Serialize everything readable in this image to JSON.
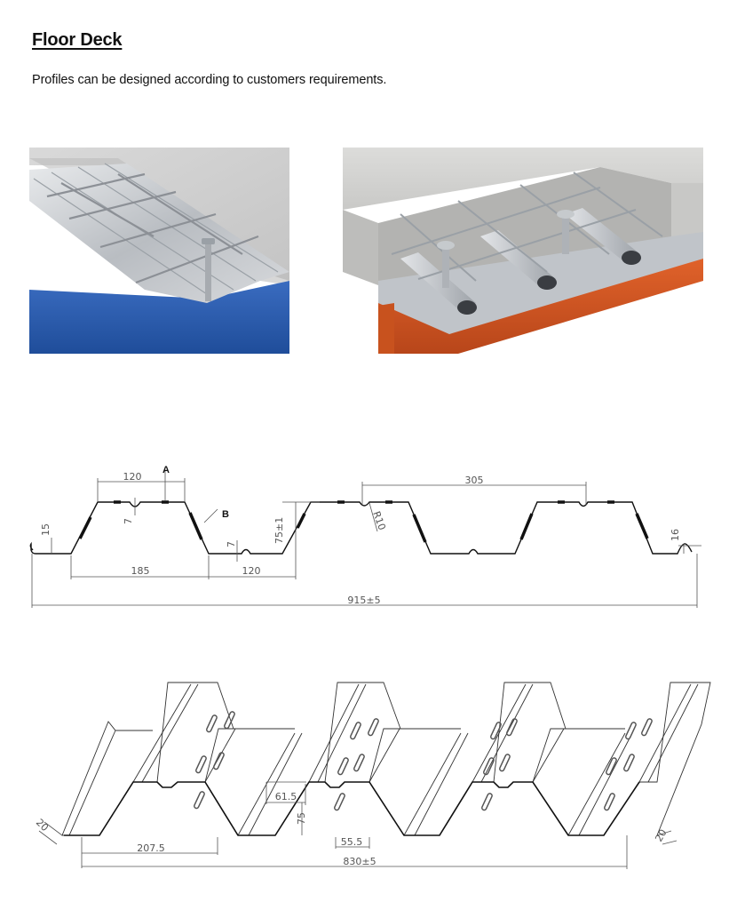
{
  "page": {
    "title": "Floor Deck",
    "subtitle": "Profiles can be designed according to customers requirements."
  },
  "photos": [
    {
      "name": "floor-deck-photo-blue-beam",
      "description": "Galvanized floor deck with rebar mesh and shear stud on blue steel beam, concrete slab cut-away",
      "colors": {
        "beam": "#2a5db0",
        "deck": "#c9ccd0",
        "concrete": "#cfcfcf"
      }
    },
    {
      "name": "floor-deck-photo-orange-beam",
      "description": "Re-entrant floor deck with rebar mesh and shear studs on orange steel beam, concrete slab cut-away",
      "colors": {
        "beam": "#d4551c",
        "deck": "#c2c6cb",
        "concrete": "#d6d6d4"
      }
    }
  ],
  "profile_diagram": {
    "labels": {
      "a": "A",
      "b": "B"
    },
    "dimensions": {
      "top_width": "120",
      "rib_depth_top": "7",
      "edge_height_left": "15",
      "bottom_span": "185",
      "rib_depth_bottom": "7",
      "bottom_width": "120",
      "height": "75±1",
      "radius": "R10",
      "pitch": "305",
      "edge_height_right": "16",
      "total_width": "915±5"
    }
  },
  "iso_diagram": {
    "dimensions": {
      "edge_left": "20",
      "top_flange": "61.5",
      "height": "75",
      "bottom_flange": "55.5",
      "span": "207.5",
      "edge_right": "20",
      "cover_width": "830±5"
    }
  }
}
